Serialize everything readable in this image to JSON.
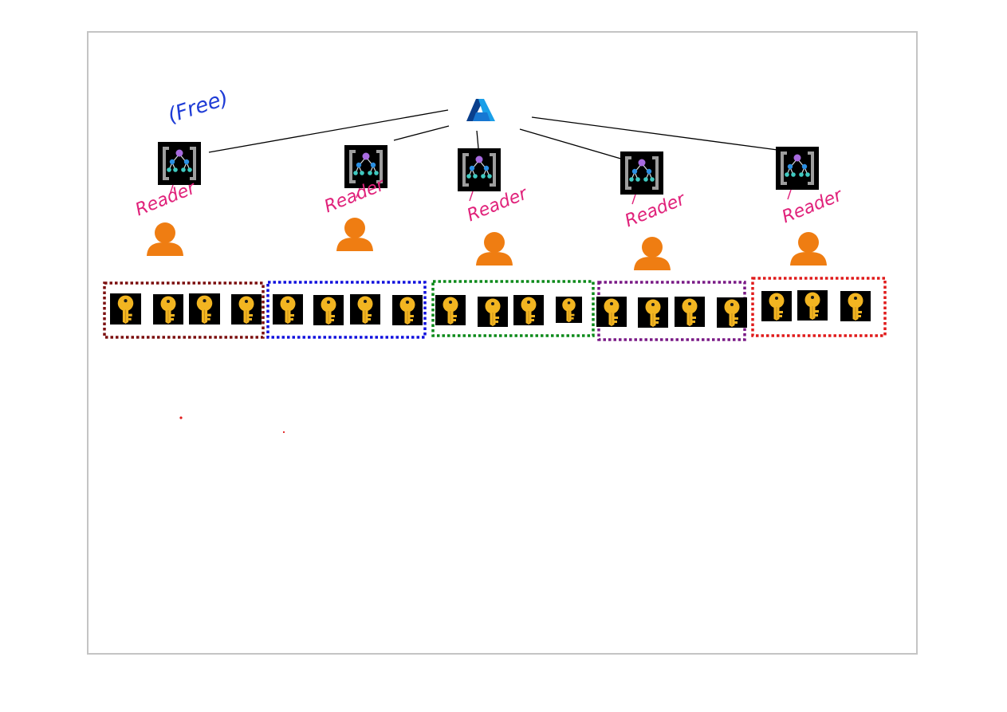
{
  "diagram": {
    "root": {
      "icon": "azure-logo-icon"
    },
    "annotation_free": "(Free)",
    "role_label": "Reader",
    "colors": {
      "azure_dark": "#0a3f8c",
      "azure_light": "#1a9fe8",
      "icon_bg": "#000000",
      "bracket": "#9e9e9e",
      "node_purple": "#a86be0",
      "node_blue": "#2b8fe3",
      "node_teal": "#3fc9c0",
      "reader_pink": "#e0217a",
      "free_blue": "#1f3cd6",
      "user_orange": "#ef7d12",
      "key_gold": "#f2b521",
      "line": "#000000",
      "frame": "#c4c4c4"
    },
    "groups": [
      {
        "icon": "management-group-icon",
        "role": "Reader",
        "user": "user-icon",
        "keys": 4,
        "border_color": "#7b0e0e",
        "note": "(Free)"
      },
      {
        "icon": "management-group-icon",
        "role": "Reader",
        "user": "user-icon",
        "keys": 4,
        "border_color": "#1111dd"
      },
      {
        "icon": "management-group-icon",
        "role": "Reader",
        "user": "user-icon",
        "keys": 4,
        "border_color": "#0b8a1a"
      },
      {
        "icon": "management-group-icon",
        "role": "Reader",
        "user": "user-icon",
        "keys": 4,
        "border_color": "#7a1a86"
      },
      {
        "icon": "management-group-icon",
        "role": "Reader",
        "user": "user-icon",
        "keys": 3,
        "border_color": "#e01c1c"
      }
    ]
  }
}
